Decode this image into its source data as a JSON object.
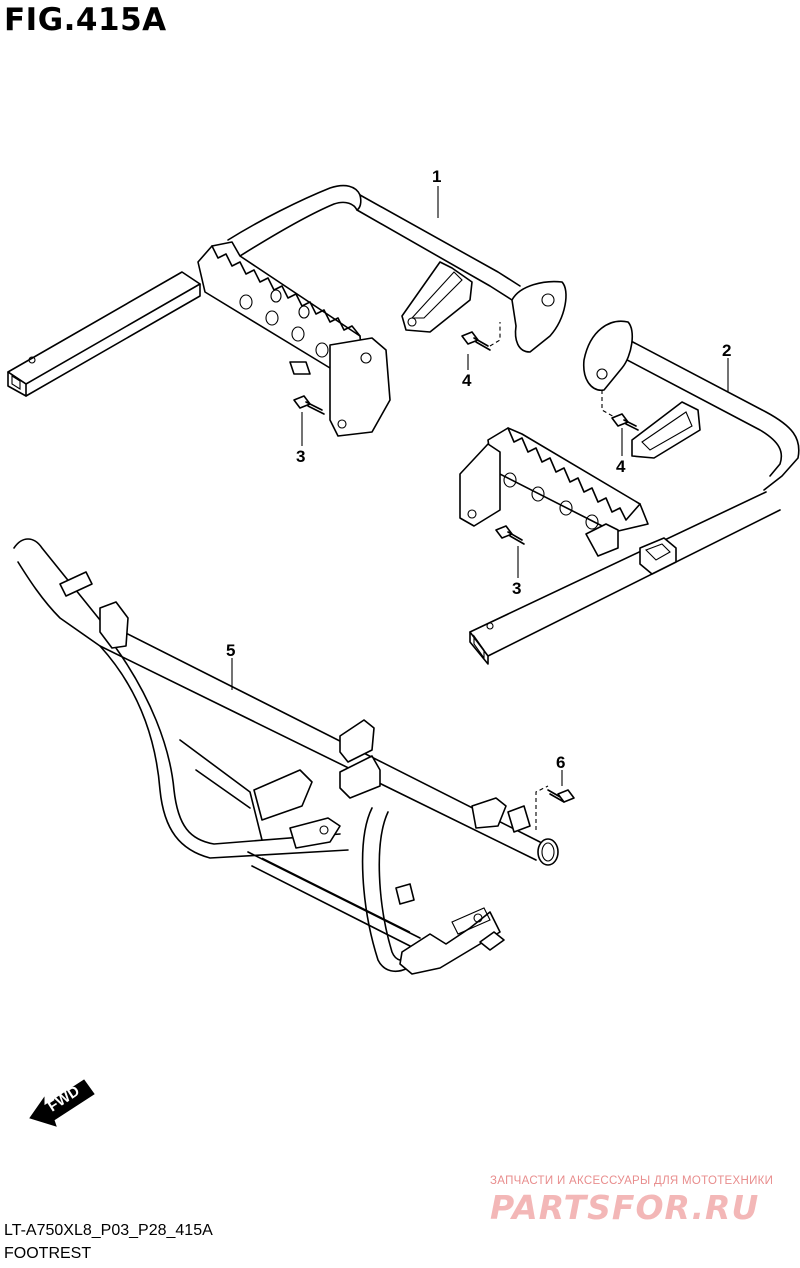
{
  "figure": {
    "title": "FIG.415A",
    "code": "LT-A750XL8_P03_P28_415A",
    "caption": "FOOTREST"
  },
  "callouts": [
    "1",
    "2",
    "3",
    "4",
    "3",
    "4",
    "5",
    "6"
  ],
  "direction_label": "FWD",
  "watermark": {
    "tagline": "ЗАПЧАСТИ И АКСЕССУАРЫ ДЛЯ МОТОТЕХНИКИ",
    "logo": "PARTSFOR.RU"
  },
  "colors": {
    "line": "#000000",
    "watermark": "#e88d8d"
  }
}
